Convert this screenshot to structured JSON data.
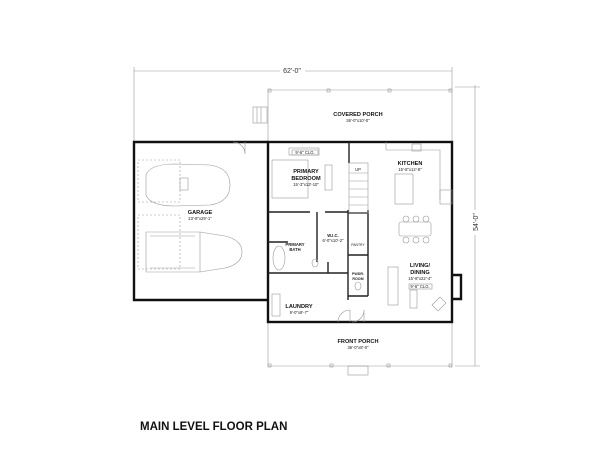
{
  "title": "MAIN LEVEL FLOOR PLAN",
  "dimensions": {
    "width": "62'-0\"",
    "depth": "54'-0\""
  },
  "rooms": {
    "covered_porch": {
      "name": "COVERED PORCH",
      "size": "36'-0\"x10'-0\""
    },
    "garage": {
      "name": "GARAGE",
      "size": "23'-8\"x29'-1\""
    },
    "primary_bedroom": {
      "name1": "PRIMARY",
      "name2": "BEDROOM",
      "size": "15'-3\"x13'-10\"",
      "ceiling": "9'-6\" CLG."
    },
    "kitchen": {
      "name": "KITCHEN",
      "size": "15'-8\"x12'-8\""
    },
    "primary_bath": {
      "name1": "PRIMARY",
      "name2": "BATH"
    },
    "wic": {
      "name": "W.I.C.",
      "size": "6'-0\"x10'-2\""
    },
    "pantry": {
      "name": "PANTRY"
    },
    "powder_room": {
      "name1": "PWDR.",
      "name2": "ROOM"
    },
    "living_dining": {
      "name1": "LIVING/",
      "name2": "DINING",
      "size": "15'-8\"x22'-4\"",
      "ceiling": "9'-6\" CLG."
    },
    "laundry": {
      "name": "LAUNDRY",
      "size": "9'-0\"x9'-7\""
    },
    "front_porch": {
      "name": "FRONT PORCH",
      "size": "36'-0\"x8'-0\""
    }
  },
  "stair_label": "UP"
}
